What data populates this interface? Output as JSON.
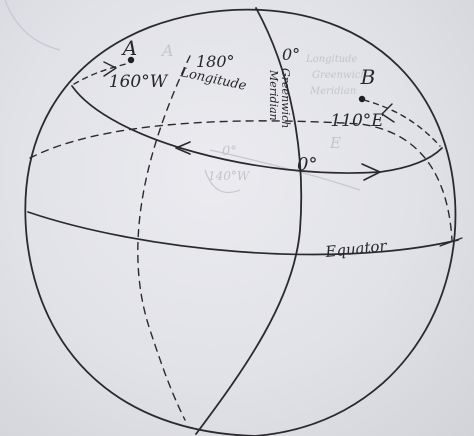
{
  "diagram": {
    "points": {
      "a": {
        "letter": "A",
        "longitude": "160°W"
      },
      "b": {
        "letter": "B",
        "longitude": "110°E"
      }
    },
    "meridians": {
      "antimeridian": {
        "degrees": "180°",
        "name": "Longitude"
      },
      "prime": {
        "degrees": "0°",
        "name": "Greenwich",
        "name2": "Meridian"
      }
    },
    "crossing_label": "0°",
    "equator_label": "Equator",
    "faint_ghost_text": {
      "a_letter": "A",
      "b_lines": [
        "Longitude",
        "Greenwich",
        "Meridian"
      ],
      "east_letter": "E",
      "mid_lines": [
        "0°",
        "140°W"
      ]
    },
    "colors": {
      "paper": "#e6e7ec",
      "ink": "#2a2a2e",
      "faint": "#c3c4cc"
    }
  }
}
